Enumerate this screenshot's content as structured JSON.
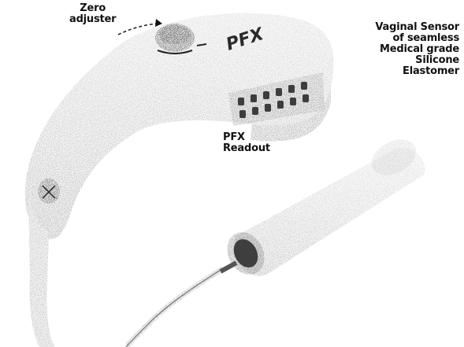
{
  "labels": {
    "zero_adjuster": [
      "Zero",
      "adjuster"
    ],
    "vaginal_sensor": [
      "Vaginal Sensor",
      "of seamless",
      "Medical grade",
      "Silicone",
      "Elastomer"
    ],
    "pfx_readout": [
      "PFX",
      "Readout"
    ]
  },
  "device": {
    "logo_text": "PFX"
  },
  "colors": {
    "ink": "#111111",
    "device_body": "#b9b9b9",
    "device_shadow": "#7c7c7c",
    "knob": "#3a3a3a"
  }
}
